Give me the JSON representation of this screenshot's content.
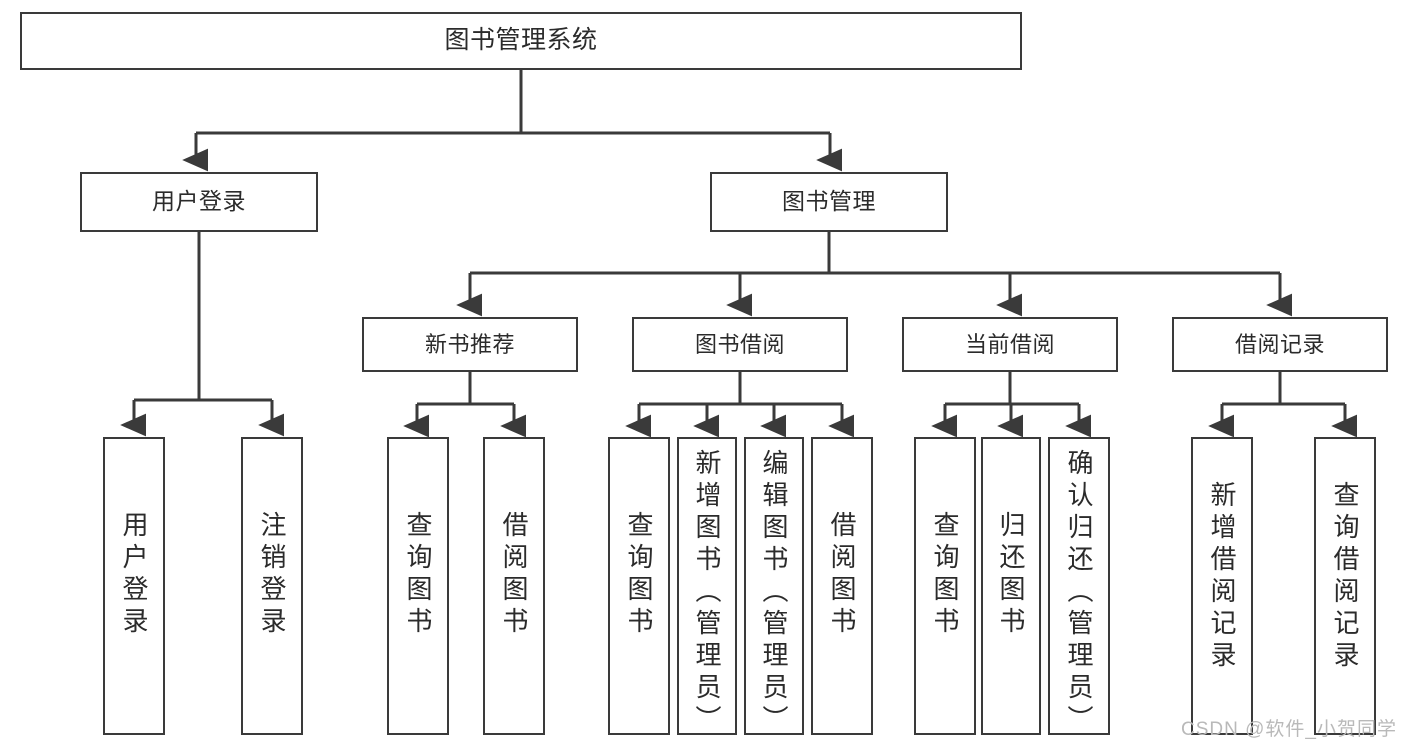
{
  "diagram": {
    "type": "tree-hierarchy-flowchart",
    "title": "图书管理系统",
    "root": {
      "label": "图书管理系统"
    },
    "level1": [
      {
        "label": "用户登录"
      },
      {
        "label": "图书管理"
      }
    ],
    "level2": [
      {
        "label": "新书推荐"
      },
      {
        "label": "图书借阅"
      },
      {
        "label": "当前借阅"
      },
      {
        "label": "借阅记录"
      }
    ],
    "leaves": {
      "user_login": [
        {
          "label": "用户登录"
        },
        {
          "label": "注销登录"
        }
      ],
      "new_book_recommend": [
        {
          "label": "查询图书"
        },
        {
          "label": "借阅图书"
        }
      ],
      "book_borrow": [
        {
          "label": "查询图书"
        },
        {
          "label": "新增图书（管理员）"
        },
        {
          "label": "编辑图书（管理员）"
        },
        {
          "label": "借阅图书"
        }
      ],
      "current_borrow": [
        {
          "label": "查询图书"
        },
        {
          "label": "归还图书"
        },
        {
          "label": "确认归还（管理员）"
        }
      ],
      "borrow_record": [
        {
          "label": "新增借阅记录"
        },
        {
          "label": "查询借阅记录"
        }
      ]
    }
  },
  "watermark": {
    "text": "CSDN @软件_小贺同学"
  },
  "colors": {
    "stroke": "#3a3a3a",
    "text": "#2b2b2b",
    "background": "#ffffff",
    "watermark": "#b9b9b9"
  }
}
